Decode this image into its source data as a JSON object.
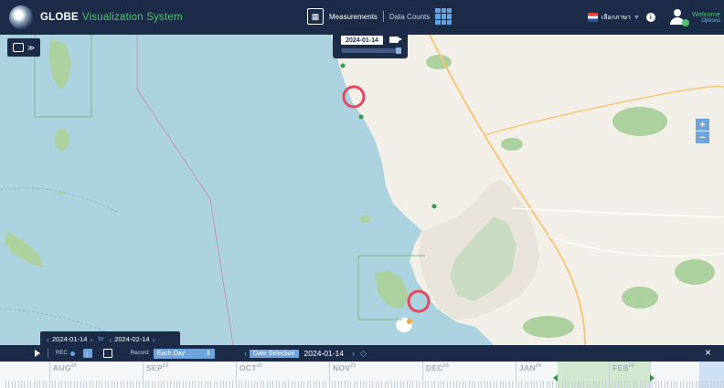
{
  "header": {
    "brand_main": "GLOBE",
    "brand_sub": "Visualization System",
    "nav_measurements_label": "Measurements",
    "nav_data_counts_label": "Data Counts",
    "language_label": "เลือกภาษา",
    "language_dropdown_glyph": "▼",
    "welcome_label": "Welcome",
    "options_label": "Options",
    "icons": {
      "logo": "globe-logo-icon",
      "measurements": "measurements-calendar-icon",
      "data_counts": "data-counts-grid-icon",
      "language": "flag-icon",
      "info": "info-icon",
      "user": "user-icon"
    }
  },
  "map": {
    "popup_date": "2024-01-14",
    "layers_button_glyph": "≫",
    "zoom_in_label": "+",
    "zoom_out_label": "−",
    "colors": {
      "water": "#aad3df",
      "land": "#f2efe9",
      "forest": "#add19e",
      "marker_ring": "#e5475e"
    }
  },
  "date_range": {
    "start": "2024-01-14",
    "to_label": "to",
    "end": "2024-02-14"
  },
  "controls": {
    "rec_label": "REC",
    "record_label": "Record:",
    "record_value": "Each Day",
    "date_selection_label": "Date Selection",
    "date_selection_value": "2024-01-14",
    "close_label": "×"
  },
  "timeline": {
    "months": [
      {
        "name": "AUG",
        "year": "23"
      },
      {
        "name": "SEP",
        "year": "23"
      },
      {
        "name": "OCT",
        "year": "23"
      },
      {
        "name": "NOV",
        "year": "23"
      },
      {
        "name": "DEC",
        "year": "23"
      },
      {
        "name": "JAN",
        "year": "24"
      },
      {
        "name": "FEB",
        "year": "24"
      }
    ]
  }
}
